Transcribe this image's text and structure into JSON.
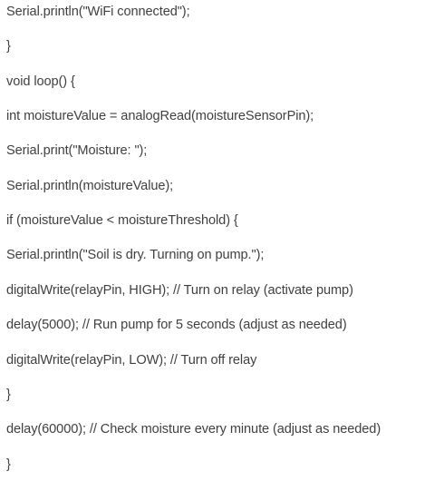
{
  "code_lines": [
    "Serial.println(\"WiFi connected\");",
    "}",
    "void loop() {",
    "int moistureValue = analogRead(moistureSensorPin);",
    "Serial.print(\"Moisture: \");",
    "Serial.println(moistureValue);",
    "if (moistureValue < moistureThreshold) {",
    "Serial.println(\"Soil is dry. Turning on pump.\");",
    "digitalWrite(relayPin, HIGH); // Turn on relay (activate pump)",
    "delay(5000); // Run pump for 5 seconds (adjust as needed)",
    "digitalWrite(relayPin, LOW); // Turn off relay",
    "}",
    "delay(60000); // Check moisture every minute (adjust as needed)",
    "}"
  ],
  "text_color": "#404040",
  "background_color": "#ffffff"
}
